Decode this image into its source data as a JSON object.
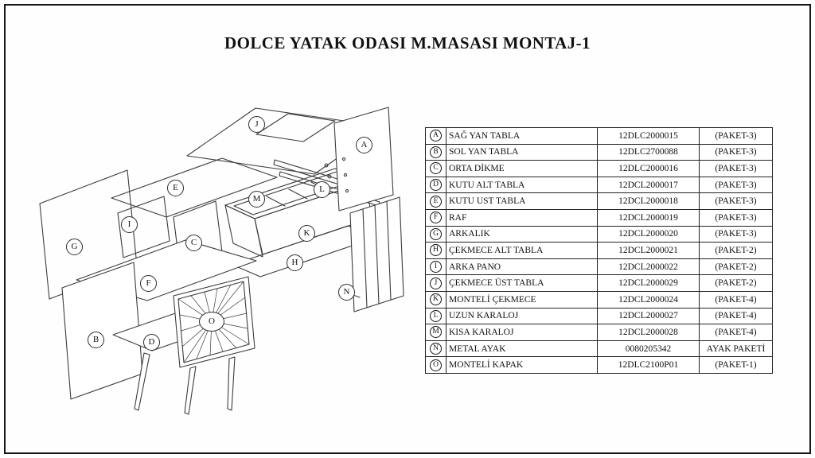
{
  "title": "DOLCE YATAK ODASI M.MASASI MONTAJ-1",
  "table": {
    "rows": [
      {
        "letter": "A",
        "name": "SAĞ YAN TABLA",
        "code": "12DLC2000015",
        "packet": "(PAKET-3)"
      },
      {
        "letter": "B",
        "name": "SOL YAN TABLA",
        "code": "12DLC2700088",
        "packet": "(PAKET-3)"
      },
      {
        "letter": "C",
        "name": "ORTA DİKME",
        "code": "12DLC2000016",
        "packet": "(PAKET-3)"
      },
      {
        "letter": "D",
        "name": "KUTU ALT TABLA",
        "code": "12DCL2000017",
        "packet": "(PAKET-3)"
      },
      {
        "letter": "E",
        "name": "KUTU UST TABLA",
        "code": "12DCL2000018",
        "packet": "(PAKET-3)"
      },
      {
        "letter": "F",
        "name": "RAF",
        "code": "12DCL2000019",
        "packet": "(PAKET-3)"
      },
      {
        "letter": "G",
        "name": "ARKALIK",
        "code": "12DCL2000020",
        "packet": "(PAKET-3)"
      },
      {
        "letter": "H",
        "name": "ÇEKMECE ALT TABLA",
        "code": "12DCL2000021",
        "packet": "(PAKET-2)"
      },
      {
        "letter": "I",
        "name": "ARKA PANO",
        "code": "12DCL2000022",
        "packet": "(PAKET-2)"
      },
      {
        "letter": "J",
        "name": "ÇEKMECE ÜST TABLA",
        "code": "12DCL2000029",
        "packet": "(PAKET-2)"
      },
      {
        "letter": "K",
        "name": "MONTELİ ÇEKMECE",
        "code": "12DCL2000024",
        "packet": "(PAKET-4)"
      },
      {
        "letter": "L",
        "name": "UZUN KARALOJ",
        "code": "12DCL2000027",
        "packet": "(PAKET-4)"
      },
      {
        "letter": "M",
        "name": "KISA KARALOJ",
        "code": "12DCL2000028",
        "packet": "(PAKET-4)"
      },
      {
        "letter": "N",
        "name": "METAL AYAK",
        "code": "0080205342",
        "packet": "AYAK PAKETİ"
      },
      {
        "letter": "O",
        "name": "MONTELİ KAPAK",
        "code": "12DLC2100P01",
        "packet": "(PAKET-1)"
      }
    ]
  }
}
